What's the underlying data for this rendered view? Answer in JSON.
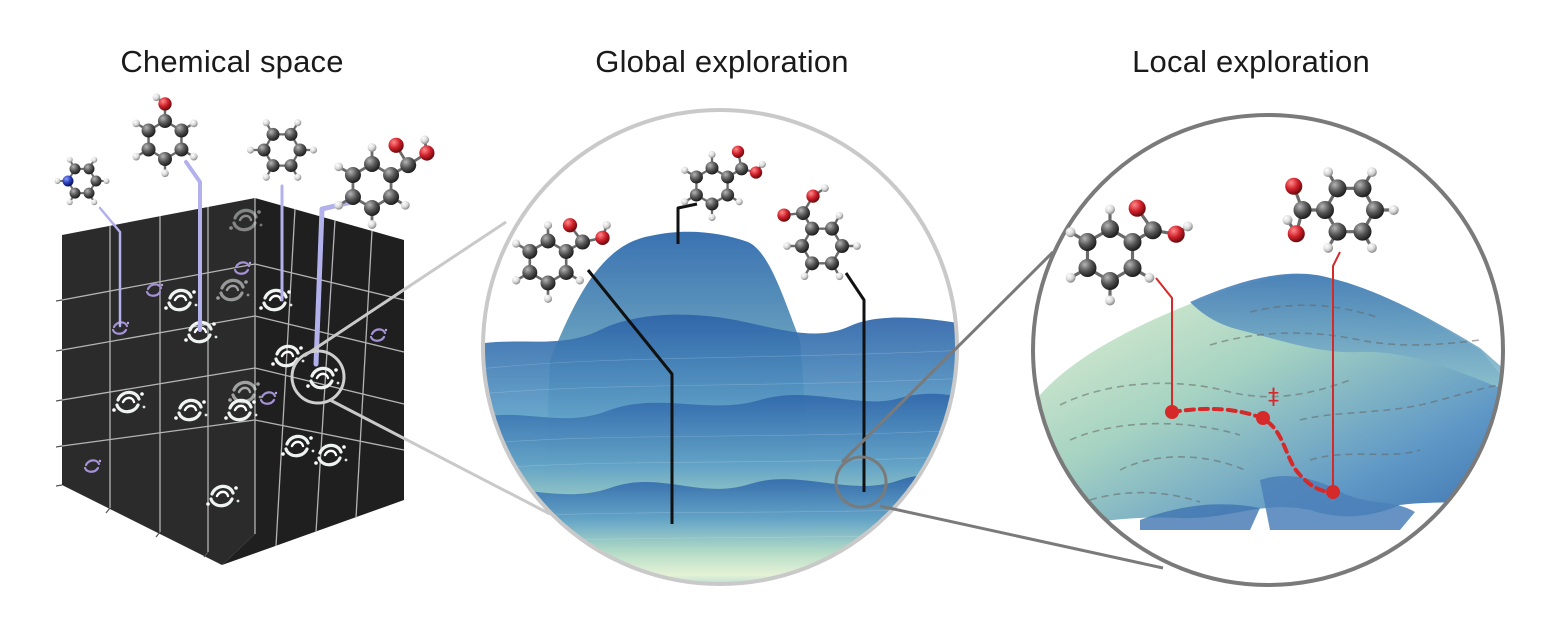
{
  "titles": {
    "chemical_space": "Chemical space",
    "global_exploration": "Global exploration",
    "local_exploration": "Local exploration"
  },
  "annotations": {
    "transition_state_symbol": "‡"
  },
  "colors": {
    "cube_face": "#2b2b2b",
    "grid_line": "#c9c9c9",
    "tether": "#b7b4e8",
    "landscape_high": "#3b75b3",
    "landscape_low": "#eef5d9",
    "pathway": "#d62a2a",
    "zoom_ring_light": "#c9c9c9",
    "zoom_ring_dark": "#7a7a7a",
    "carbon": "#4a4a4a",
    "oxygen": "#d0202a",
    "nitrogen": "#2a3fb8",
    "hydrogen": "#e6e6e6"
  }
}
